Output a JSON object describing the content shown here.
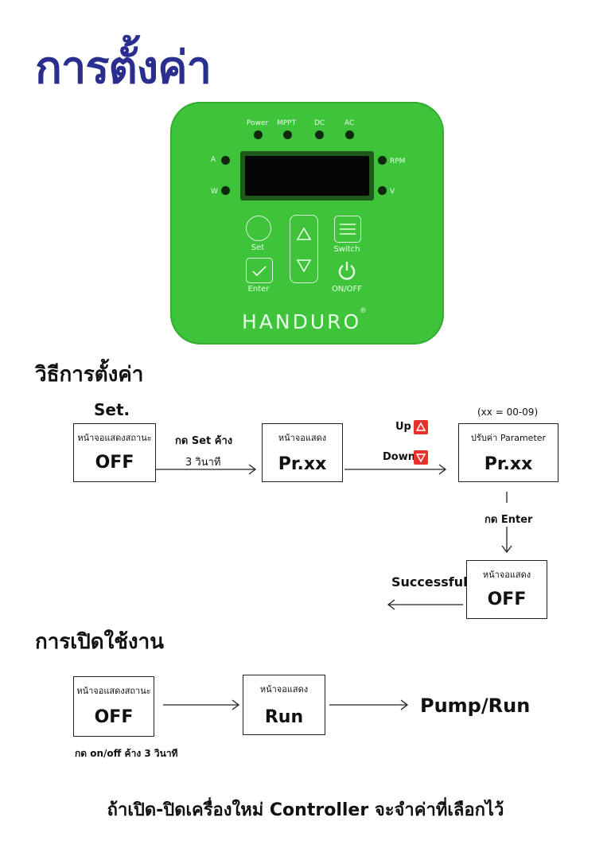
{
  "title": "การตั้งค่า",
  "panel": {
    "leds_top": [
      "Power",
      "MPPT",
      "DC",
      "AC"
    ],
    "left_labels": [
      "A",
      "W"
    ],
    "right_labels": [
      "RPM",
      "V"
    ],
    "buttons": {
      "set": "Set",
      "switch": "Switch",
      "enter": "Enter",
      "onoff": "ON/OFF"
    },
    "brand": "HANDURO",
    "reg": "®",
    "icons": [
      "set-knob-icon",
      "up-triangle-icon",
      "down-triangle-icon",
      "switch-icon",
      "check-icon",
      "power-icon"
    ]
  },
  "section1": {
    "title": "วิธีการตั้งค่า",
    "set_label": "Set.",
    "box1": {
      "caption": "หน้าจอแสดงสถานะ",
      "value": "OFF"
    },
    "arrow1": {
      "line1": "กด Set ค้าง",
      "line2": "3 วินาที"
    },
    "box2": {
      "caption": "หน้าจอแสดง",
      "value": "Pr.xx"
    },
    "up_label": "Up",
    "down_label": "Down",
    "range_note": "(xx = 00-09)",
    "box3": {
      "caption": "ปรับค่า Parameter",
      "value": "Pr.xx"
    },
    "enter_label": "กด Enter",
    "box4": {
      "caption": "หน้าจอแสดง",
      "value": "OFF"
    },
    "successful_label": "Successful"
  },
  "section2": {
    "title": "การเปิดใช้งาน",
    "box1": {
      "caption": "หน้าจอแสดงสถานะ",
      "value": "OFF"
    },
    "box2": {
      "caption": "หน้าจอแสดง",
      "value": "Run"
    },
    "result": "Pump/Run",
    "note": "กด on/off ค้าง 3 วินาที"
  },
  "footer": "ถ้าเปิด-ปิดเครื่องใหม่ Controller จะจำค่าที่เลือกไว้",
  "colors": {
    "title": "#2a2f8f",
    "panel": "#3ec33a",
    "red_button": "#e8322b"
  }
}
